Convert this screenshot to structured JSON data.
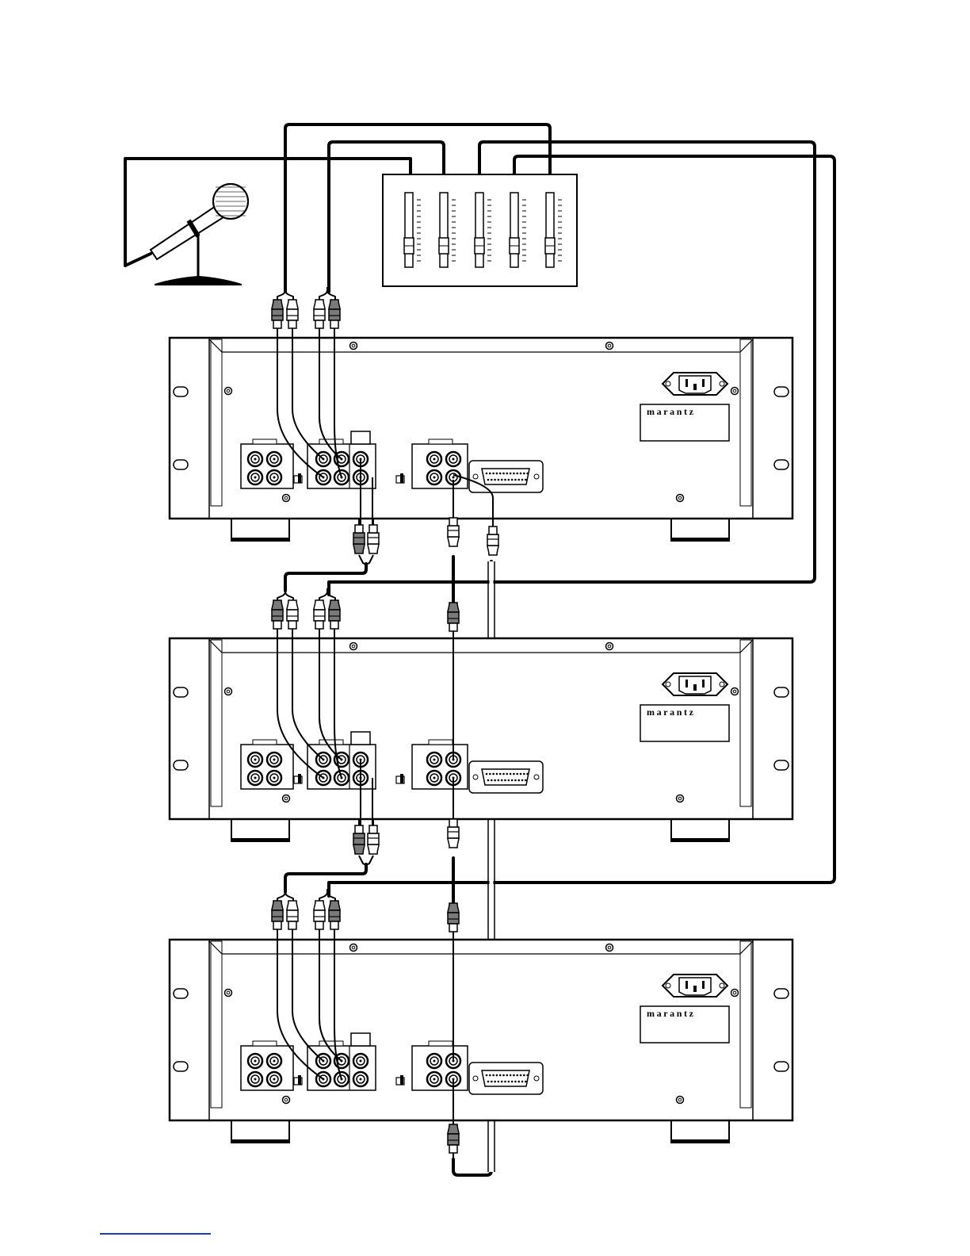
{
  "diagram": {
    "brand": "marantz",
    "units": 3,
    "mixer_faders": 5,
    "colors": {
      "line": "#000000",
      "panel": "#ffffff",
      "plug_dark": "#7a7a7a",
      "link": "#1a3faa"
    }
  }
}
